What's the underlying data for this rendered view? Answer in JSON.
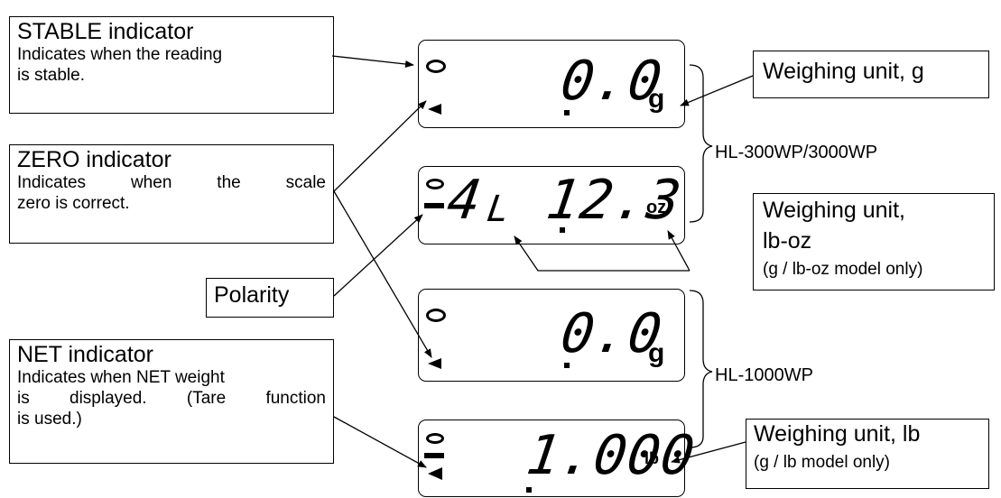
{
  "callouts": {
    "stable": {
      "title": "STABLE indicator",
      "desc1": "Indicates when the reading",
      "desc2": "is stable."
    },
    "zero": {
      "title": "ZERO indicator",
      "desc1": "Indicates when the scale",
      "desc2": "zero is correct."
    },
    "polarity": {
      "title": "Polarity"
    },
    "net": {
      "title": "NET indicator",
      "desc1": "Indicates when NET weight",
      "desc2": "is displayed. (Tare function",
      "desc3": "is used.)"
    },
    "unit_g": {
      "title": "Weighing unit, g"
    },
    "unit_lboz": {
      "title1": "Weighing unit,",
      "title2": "lb-oz",
      "note": "(g / lb-oz model only)"
    },
    "unit_lb": {
      "title": "Weighing unit, lb",
      "note": "(g / lb model only)"
    }
  },
  "models": {
    "group1": "HL-300WP/3000WP",
    "group2": "HL-1000WP"
  },
  "displays": [
    {
      "reading": "0.0",
      "unit": "g"
    },
    {
      "lb_value": "4",
      "lb_label": "L",
      "oz_value": "12.3",
      "unit": "oz"
    },
    {
      "reading": "0.0",
      "unit": "g"
    },
    {
      "reading": "1.000",
      "unit": "lb"
    }
  ]
}
